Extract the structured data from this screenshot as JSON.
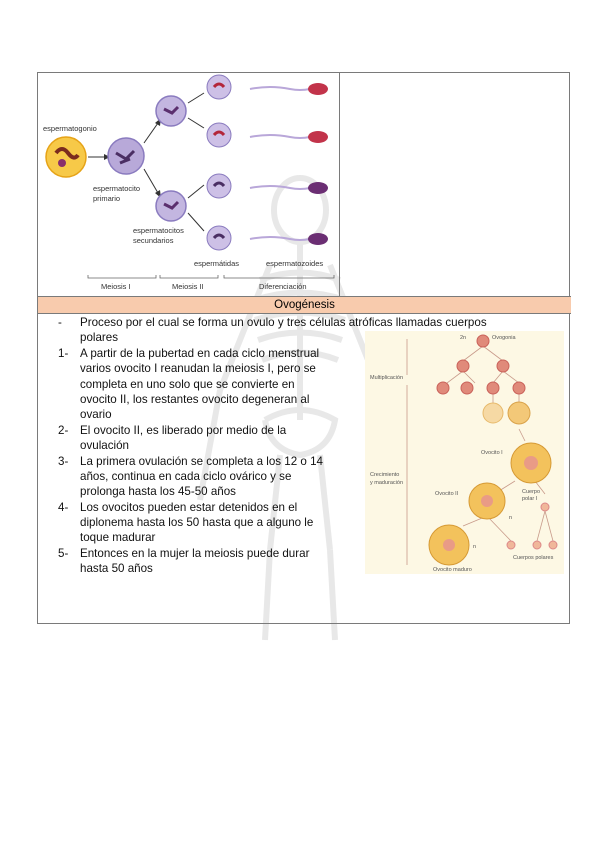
{
  "spermatogenesis": {
    "labels": {
      "espermatogonio": "espermatogonio",
      "espermatocito": "espermatocito",
      "primario": "primario",
      "espermatocitos": "espermatocitos",
      "secundarios": "secundarios",
      "espermatidas": "espermátidas",
      "espermatozoides": "espermatozoides",
      "meiosis1": "Meiosis I",
      "meiosis2": "Meiosis II",
      "diferenciacion": "Diferenciación"
    }
  },
  "section": {
    "title": "Ovogénesis"
  },
  "list": [
    {
      "marker": "-",
      "lines": [
        "Proceso por el cual se forma un ovulo y tres células atróficas llamadas cuerpos",
        "polares"
      ]
    },
    {
      "marker": "1-",
      "lines": [
        "A partir de la pubertad en cada ciclo menstrual",
        "varios ovocito I reanudan la meiosis I, pero se",
        "completa en uno solo que se convierte en",
        "ovocito II, los restantes ovocito degeneran al",
        "ovario"
      ]
    },
    {
      "marker": "2-",
      "lines": [
        "El ovocito II, es liberado por medio de la",
        "ovulación"
      ]
    },
    {
      "marker": "3-",
      "lines": [
        "La primera ovulación se completa a los 12 o 14",
        "años, continua en cada ciclo ovárico y se",
        "prolonga hasta los 45-50 años"
      ]
    },
    {
      "marker": "4-",
      "lines": [
        "Los ovocitos pueden estar detenidos en el",
        "diplonema hasta los 50 hasta que a alguno le",
        "toque madurar"
      ]
    },
    {
      "marker": "5-",
      "lines": [
        "Entonces en la mujer la meiosis puede durar",
        "hasta 50 años"
      ]
    }
  ],
  "oogenesis_diagram": {
    "labels": {
      "two_n": "2n",
      "ovogonia": "Ovogonia",
      "multiplicacion": "Multiplicación",
      "crecimiento": "Crecimiento",
      "maduracion": "y maduración",
      "ovocito1": "Ovocito I",
      "ovocito2": "Ovocito II",
      "cuerpo": "Cuerpo",
      "polar1": "polar I",
      "n1": "n",
      "n2": "n",
      "cuerpos_polares": "Cuerpos polares",
      "ovocito_maduro": "Ovocito maduro"
    }
  }
}
